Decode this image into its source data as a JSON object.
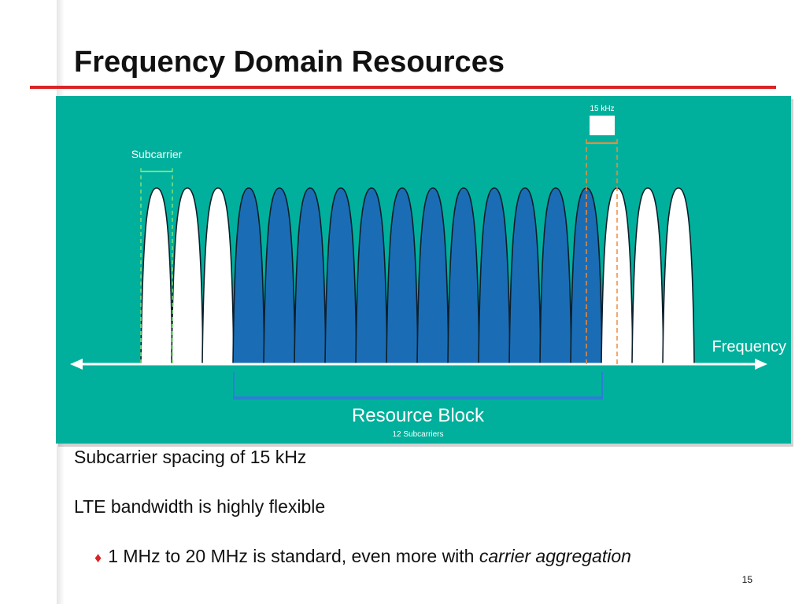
{
  "slide": {
    "title": "Frequency Domain Resources",
    "page_number": "15",
    "accent_color": "#d92427"
  },
  "diagram": {
    "background_color": "#00b09c",
    "subcarrier_label": "Subcarrier",
    "spacing_label": "15 kHz",
    "frequency_label": "Frequency",
    "resource_block_label": "Resource Block",
    "resource_block_sublabel": "12 Subcarriers",
    "subcarrier_count": 18,
    "rb_start_index": 3,
    "rb_subcarrier_count": 12,
    "rb_color": "#1a6db5",
    "guard_color": "#ffffff",
    "subcarrier_marker_color": "#7ee07e",
    "spacing_marker_color": "#f08a3c"
  },
  "bullets": {
    "line1": "Subcarrier spacing of 15 kHz",
    "line2": "LTE bandwidth is highly flexible",
    "line3_icon": "diamond-bullet-icon",
    "line3_prefix": "1 MHz to 20 MHz is standard, even more with ",
    "line3_emphasis": "carrier aggregation"
  }
}
